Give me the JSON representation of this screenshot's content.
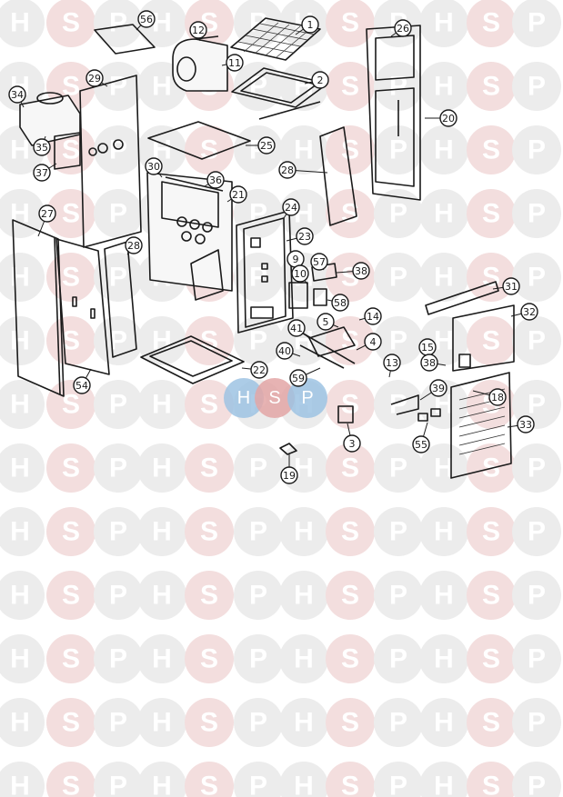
{
  "watermark": {
    "letters": [
      "H",
      "S",
      "P"
    ]
  },
  "center_logo": {
    "letters": [
      "H",
      "S",
      "P"
    ],
    "colors": [
      "#9ec3e3",
      "#e3a6a6",
      "#9ec3e3"
    ]
  },
  "callouts": [
    "1",
    "2",
    "3",
    "4",
    "5",
    "9",
    "10",
    "11",
    "12",
    "13",
    "14",
    "15",
    "18",
    "19",
    "20",
    "21",
    "22",
    "23",
    "24",
    "25",
    "26",
    "27",
    "28",
    "28",
    "29",
    "30",
    "31",
    "32",
    "33",
    "34",
    "35",
    "36",
    "37",
    "38",
    "38",
    "39",
    "40",
    "41",
    "54",
    "55",
    "56",
    "57",
    "58",
    "59"
  ]
}
